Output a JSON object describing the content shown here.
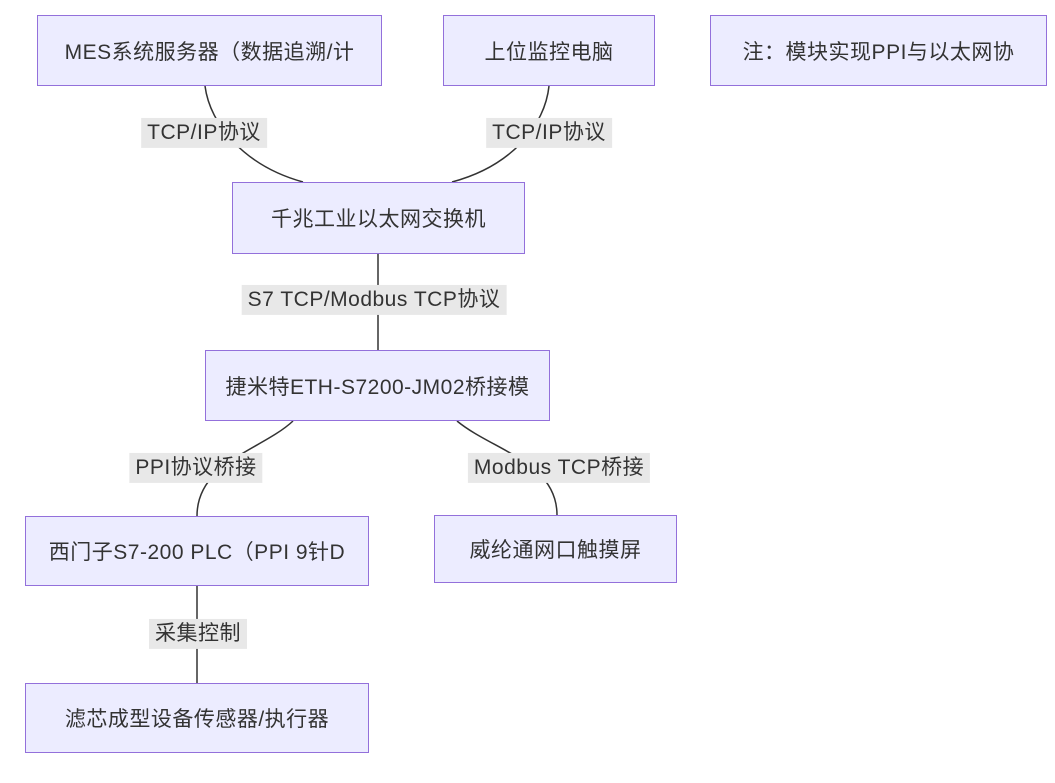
{
  "diagram": {
    "type": "flowchart",
    "colors": {
      "background": "#ffffff",
      "node_fill": "#ECECFF",
      "node_border": "#9370DB",
      "edge_line": "#333333",
      "edge_label_bg": "#e8e8e8",
      "text": "#333333"
    },
    "nodes": {
      "mes": "MES系统服务器（数据追溯/计",
      "pc": "上位监控电脑",
      "note": "注：模块实现PPI与以太网协",
      "switch": "千兆工业以太网交换机",
      "bridge": "捷米特ETH-S7200-JM02桥接模",
      "plc": "西门子S7-200 PLC（PPI 9针D",
      "hmi": "威纶通网口触摸屏",
      "sensor": "滤芯成型设备传感器/执行器"
    },
    "edge_labels": {
      "mes_switch": "TCP/IP协议",
      "pc_switch": "TCP/IP协议",
      "switch_bridge": "S7 TCP/Modbus TCP协议",
      "bridge_plc": "PPI协议桥接",
      "bridge_hmi": "Modbus TCP桥接",
      "plc_sensor": "采集控制"
    }
  }
}
